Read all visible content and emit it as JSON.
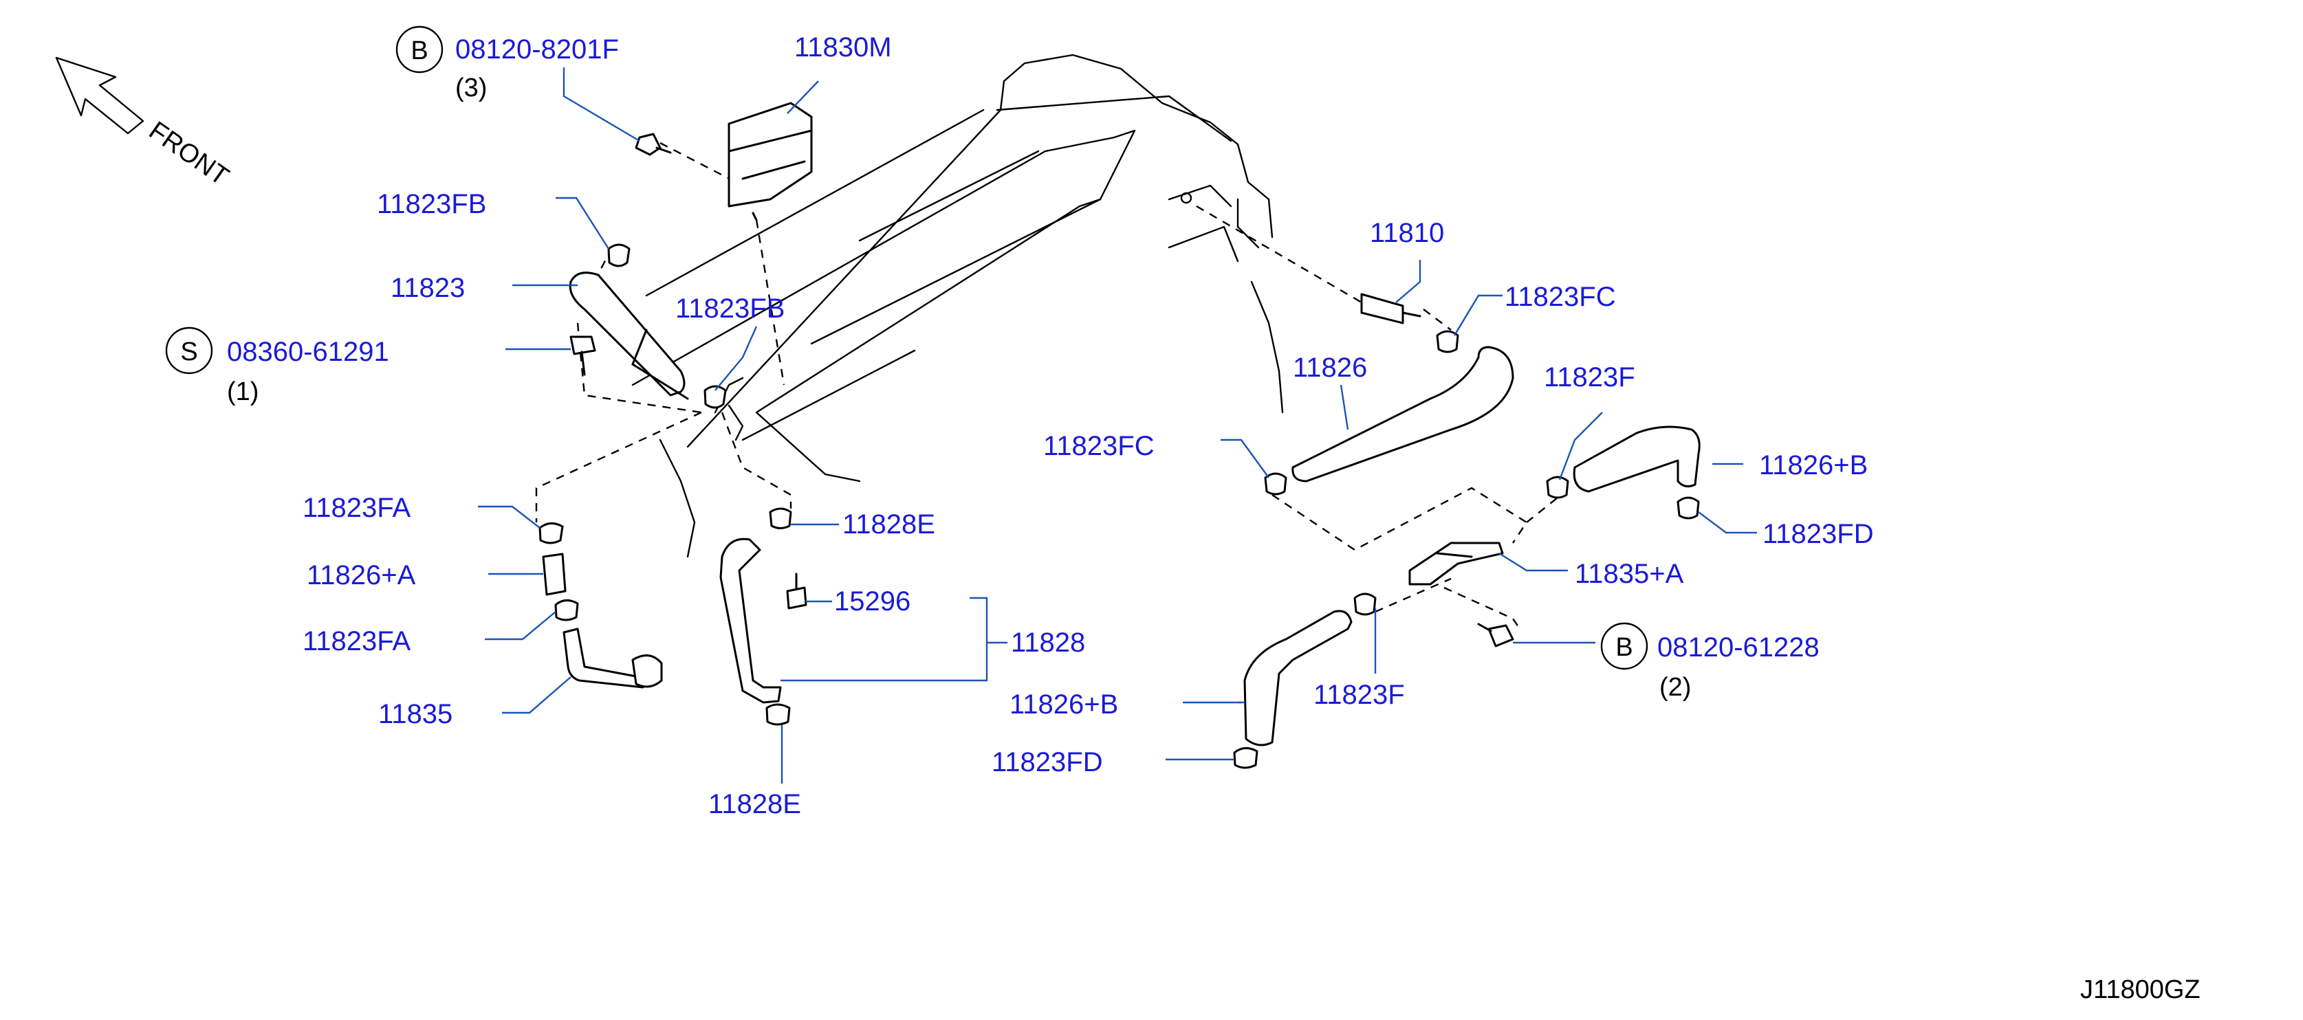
{
  "front_label": "FRONT",
  "diagram_code": "J11800GZ",
  "parts": {
    "bolt_b_top": "08120-8201F",
    "bolt_b_top_qty": "(3)",
    "separator": "11830M",
    "clamp_fb_1": "11823FB",
    "hose_11823": "11823",
    "clamp_fb_2": "11823FB",
    "screw_s": "08360-61291",
    "screw_s_qty": "(1)",
    "clamp_fa_1": "11823FA",
    "hose_a": "11826+A",
    "clamp_fa_2": "11823FA",
    "tube_11835": "11835",
    "clamp_e_1": "11828E",
    "part_15296": "15296",
    "hose_11828": "11828",
    "clamp_e_2": "11828E",
    "pcv_valve": "11810",
    "clamp_fc_1": "11823FC",
    "hose_11826": "11826",
    "clamp_fc_2": "11823FC",
    "clamp_f_1": "11823F",
    "hose_b_1": "11826+B",
    "clamp_fd_1": "11823FD",
    "tube_a": "11835+A",
    "bolt_b_bottom": "08120-61228",
    "bolt_b_bottom_qty": "(2)",
    "clamp_f_2": "11823F",
    "hose_b_2": "11826+B",
    "clamp_fd_2": "11823FD"
  },
  "symbols": {
    "bolt_b_top": "B",
    "screw_s": "S",
    "bolt_b_bottom": "B"
  },
  "colors": {
    "label": "#1a1ad8",
    "leader": "#1a55b8",
    "line": "#000000"
  }
}
